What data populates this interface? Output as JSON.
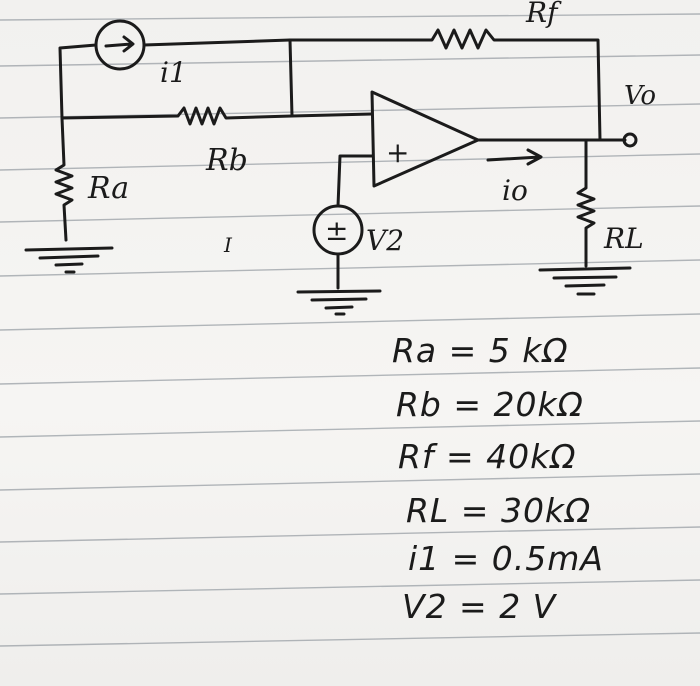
{
  "circuit": {
    "labels": {
      "rf": "Rf",
      "i1": "i1",
      "vo": "Vo",
      "rb": "Rb",
      "ra": "Ra",
      "io": "io",
      "rl": "RL",
      "v2": "V2",
      "plus": "+",
      "source_sign": "±",
      "cursor": "I"
    }
  },
  "given_values": [
    "Ra = 5 kΩ",
    "Rb = 20kΩ",
    "Rf = 40kΩ",
    "RL = 30kΩ",
    "i1 = 0.5mA",
    "V2 = 2 V"
  ]
}
